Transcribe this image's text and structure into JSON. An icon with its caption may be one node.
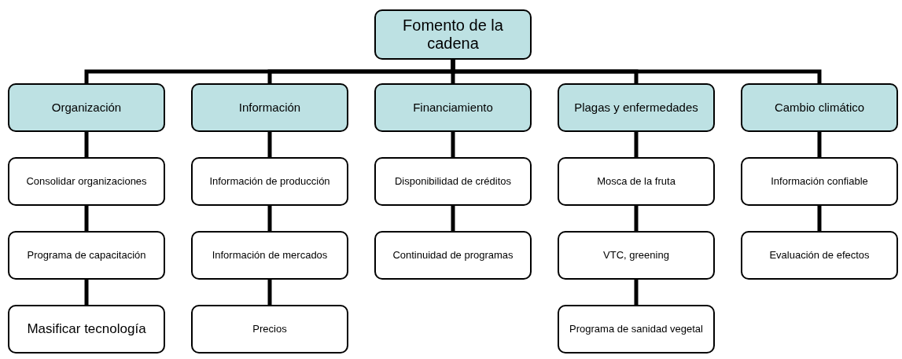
{
  "diagram": {
    "nodes": [
      {
        "text": [
          "Fomento de la cadena"
        ]
      },
      {
        "text": [
          "Organización"
        ]
      },
      {
        "text": [
          "Información"
        ]
      },
      {
        "text": [
          "Financiamiento"
        ]
      },
      {
        "text": [
          "Plagas y enfermedades"
        ]
      },
      {
        "text": [
          "Cambio climático"
        ]
      },
      {
        "text": [
          "Consolidar organizaciones"
        ]
      },
      {
        "text": [
          "Programa de capacitación"
        ]
      },
      {
        "text": [
          "Masificar tecnología"
        ]
      },
      {
        "text": [
          "Información de producción"
        ]
      },
      {
        "text": [
          "Información de mercados"
        ]
      },
      {
        "text": [
          "Precios"
        ]
      },
      {
        "text": [
          "Disponibilidad de créditos"
        ]
      },
      {
        "text": [
          "Continuidad de programas"
        ]
      },
      {
        "text": [
          "Mosca de la fruta"
        ]
      },
      {
        "text": [
          "VTC, greening"
        ]
      },
      {
        "text": [
          "Programa de sanidad vegetal"
        ]
      },
      {
        "text": [
          "Información confiable"
        ]
      },
      {
        "text": [
          "Evaluación de efectos"
        ]
      }
    ],
    "edges": [
      {
        "from": 0,
        "to": 1,
        "arrow": "none"
      },
      {
        "from": 0,
        "to": 2,
        "arrow": "none"
      },
      {
        "from": 0,
        "to": 3,
        "arrow": "none"
      },
      {
        "from": 0,
        "to": 4,
        "arrow": "none"
      },
      {
        "from": 0,
        "to": 5,
        "arrow": "none"
      },
      {
        "from": 1,
        "to": 6,
        "arrow": "none"
      },
      {
        "from": 6,
        "to": 7,
        "arrow": "none"
      },
      {
        "from": 7,
        "to": 8,
        "arrow": "none"
      },
      {
        "from": 2,
        "to": 9,
        "arrow": "none"
      },
      {
        "from": 9,
        "to": 10,
        "arrow": "none"
      },
      {
        "from": 10,
        "to": 11,
        "arrow": "none"
      },
      {
        "from": 3,
        "to": 12,
        "arrow": "none"
      },
      {
        "from": 12,
        "to": 13,
        "arrow": "none"
      },
      {
        "from": 4,
        "to": 14,
        "arrow": "none"
      },
      {
        "from": 14,
        "to": 15,
        "arrow": "none"
      },
      {
        "from": 15,
        "to": 16,
        "arrow": "none"
      },
      {
        "from": 5,
        "to": 17,
        "arrow": "none"
      },
      {
        "from": 17,
        "to": 18,
        "arrow": "none"
      }
    ]
  }
}
